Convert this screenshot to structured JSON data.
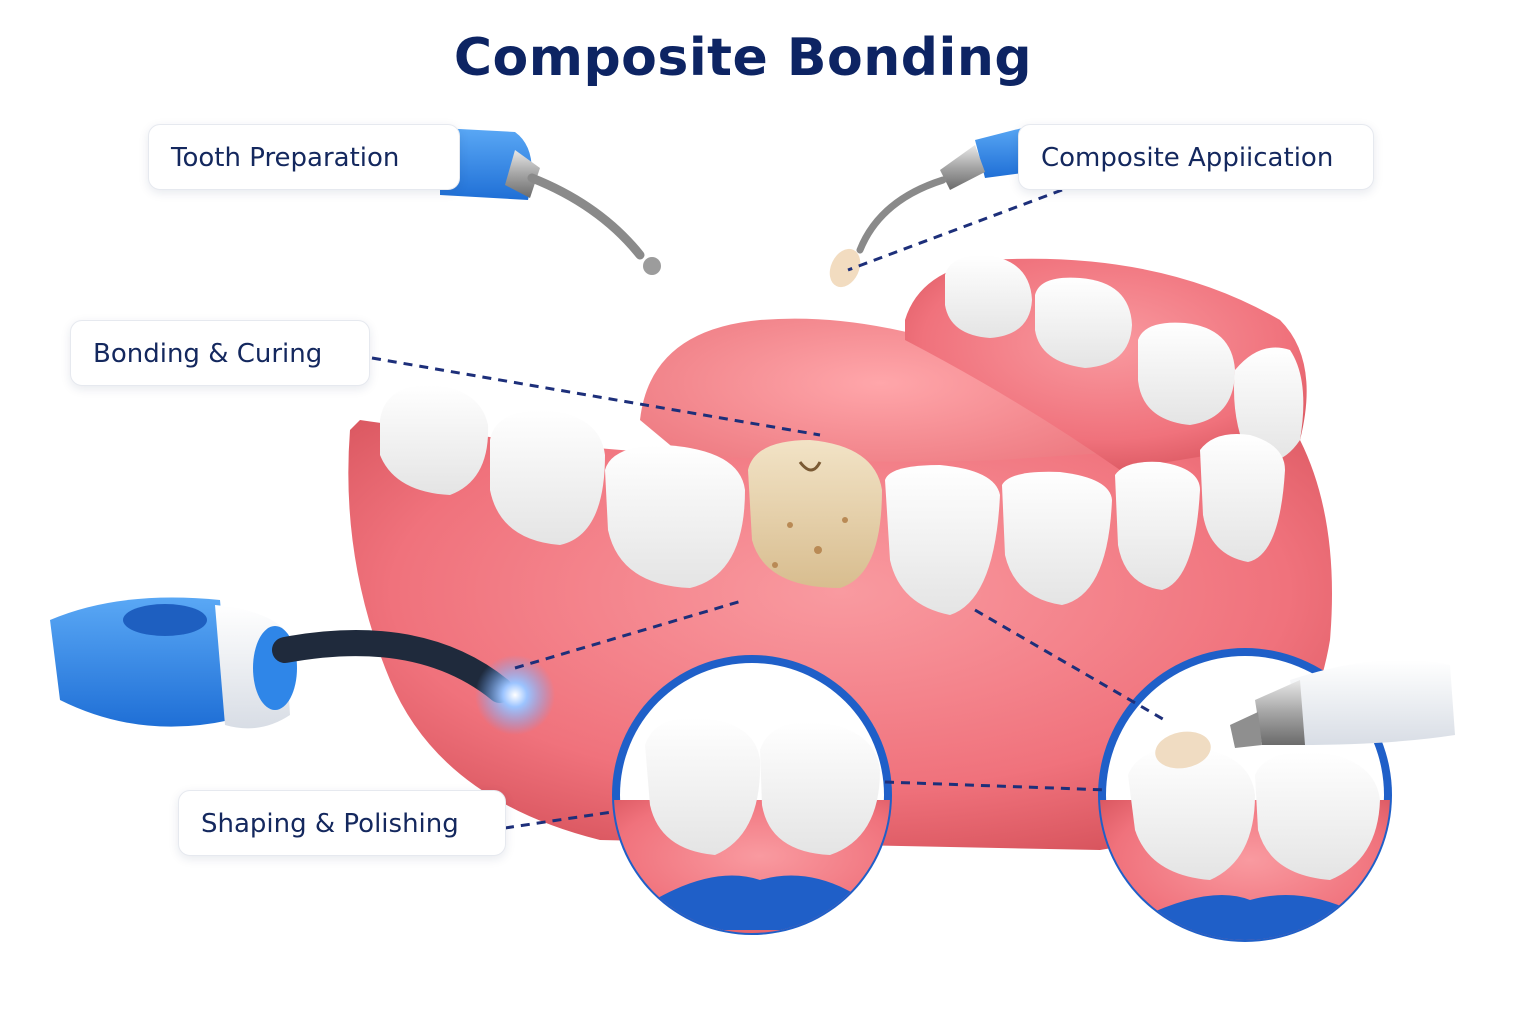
{
  "title": "Composite Bonding",
  "steps": {
    "tooth_preparation": "Tooth Preparation",
    "composite_application": "Composite Appiication",
    "bonding_curing": "Bonding & Curing",
    "shaping_polishing": "Shaping & Polishing"
  },
  "colors": {
    "title": "#0d2463",
    "label_text": "#14285e",
    "instrument_blue": "#2f86e8",
    "gum": "#f0727c",
    "tooth": "#f7f7f5",
    "stained_tooth": "#e8d3b0",
    "leader_line": "#1d2f7a",
    "curing_light": "#6ea8ff"
  }
}
